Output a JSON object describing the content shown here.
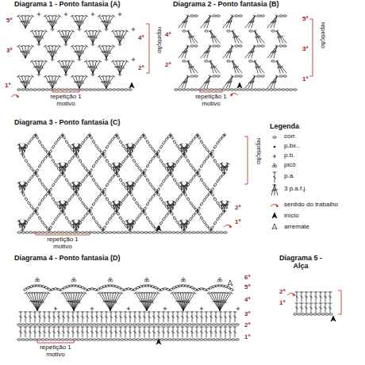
{
  "diagram": {
    "labels": [
      "Diagrama 1 - Ponto fantasia (A)",
      "5ª",
      "4ª",
      "3ª",
      "2ª",
      "1ª",
      "repetição",
      "repetição 1 motivo",
      "Diagrama 2 - Ponto fantasia (B)",
      "5ª",
      "4ª",
      "3ª",
      "2ª",
      "1ª",
      "repetição",
      "repetição 1 motivo",
      "Diagrama 3 - Ponto fantasia (C)",
      "repetição",
      "2ª",
      "1ª",
      "repetição 1 motivo",
      "Legenda",
      "Diagrama 4 - Ponto fantasia (D)",
      "6ª",
      "5ª",
      "4ª",
      "3ª",
      "2ª",
      "1ª",
      "repetição 1 motivo",
      "Diagrama 5 - Alça",
      "2ª",
      "1ª"
    ],
    "legend": [
      {
        "text": "corr."
      },
      {
        "text": "p.bx.."
      },
      {
        "text": "p.b."
      },
      {
        "text": "picô"
      },
      {
        "text": "p.a."
      },
      {
        "text": "3 p.a.f.j."
      },
      {
        "text": "sentido do trabalho"
      },
      {
        "text": "início"
      },
      {
        "text": "arremate"
      }
    ]
  }
}
